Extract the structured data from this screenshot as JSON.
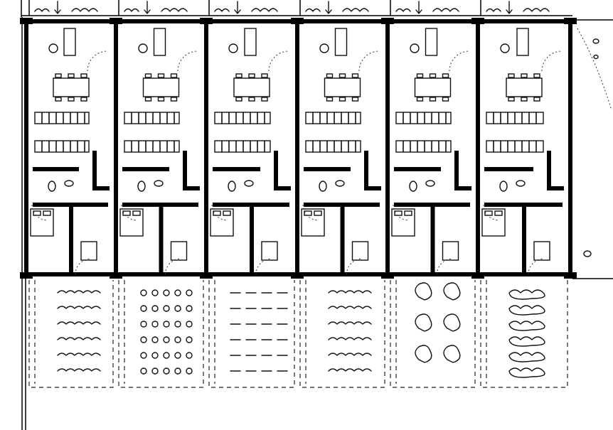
{
  "drawing": {
    "subject": "",
    "ink_color": "#000000",
    "paper_color": "#ffffff",
    "unit_count": 6,
    "garden_patterns": [
      "tall-grass",
      "round-shrubs",
      "ground-cover",
      "reeds",
      "trees",
      "hedges"
    ]
  }
}
